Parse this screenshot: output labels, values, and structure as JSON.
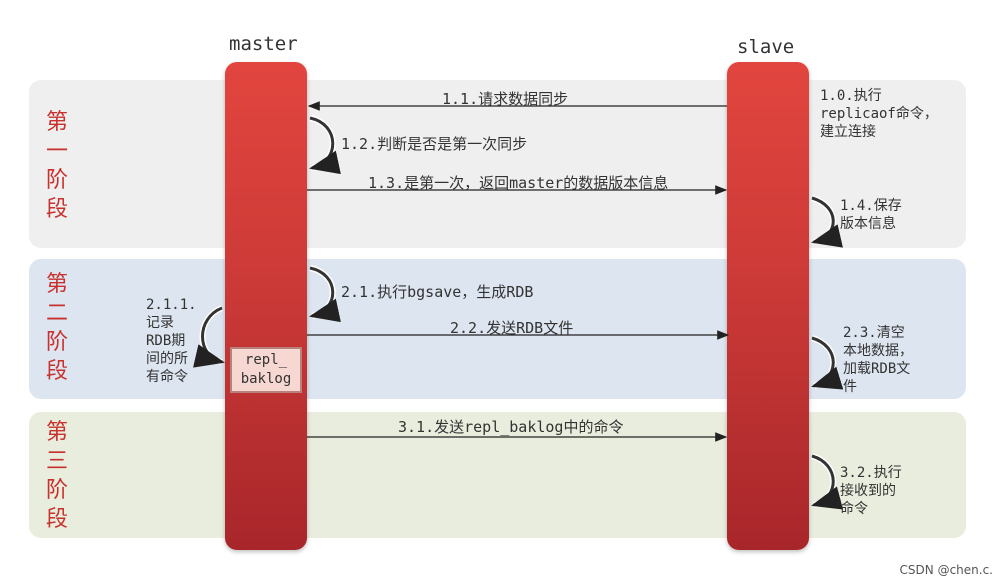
{
  "header": {
    "master": "master",
    "slave": "slave"
  },
  "stages": [
    {
      "chars": [
        "第",
        "一",
        "阶",
        "段"
      ]
    },
    {
      "chars": [
        "第",
        "二",
        "阶",
        "段"
      ]
    },
    {
      "chars": [
        "第",
        "三",
        "阶",
        "段"
      ]
    }
  ],
  "colors": {
    "stage1": "#efefef",
    "stage2": "#dde5f0",
    "stage3": "#e9edde",
    "lifeline": "#cc3a37",
    "stage_text": "#c8312d"
  },
  "messages": {
    "m1_1": "1.1.请求数据同步",
    "m1_2": "1.2.判断是否是第一次同步",
    "m1_3": "1.3.是第一次，返回master的数据版本信息",
    "m2_1": "2.1.执行bgsave，生成RDB",
    "m2_2": "2.2.发送RDB文件",
    "m3_1": "3.1.发送repl_baklog中的命令"
  },
  "notes": {
    "n1_0": "1.0.执行\nreplicaof命令，\n建立连接",
    "n1_4": "1.4.保存\n版本信息",
    "n2_1_1": "2.1.1.\n记录\nRDB期\n间的所\n有命令",
    "n2_3": "2.3.清空\n本地数据，\n加载RDB文\n件",
    "n3_2": "3.2.执行\n接收到的\n命令"
  },
  "backlog": "repl_\nbaklog",
  "watermark": "CSDN @chen.c."
}
